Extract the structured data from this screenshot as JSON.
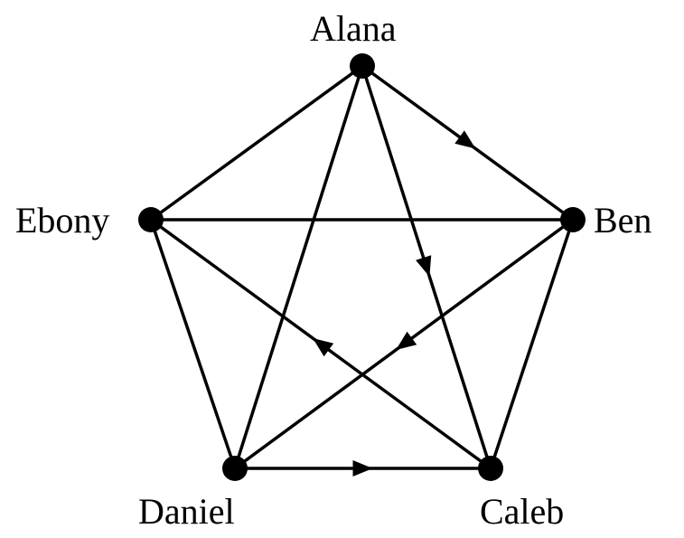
{
  "nodes": [
    {
      "id": "alana",
      "label": "Alana"
    },
    {
      "id": "ben",
      "label": "Ben"
    },
    {
      "id": "caleb",
      "label": "Caleb"
    },
    {
      "id": "daniel",
      "label": "Daniel"
    },
    {
      "id": "ebony",
      "label": "Ebony"
    }
  ],
  "edges": [
    {
      "from": "alana",
      "to": "ben",
      "directed": true
    },
    {
      "from": "alana",
      "to": "caleb",
      "directed": true
    },
    {
      "from": "ben",
      "to": "daniel",
      "directed": true
    },
    {
      "from": "caleb",
      "to": "ebony",
      "directed": true
    },
    {
      "from": "daniel",
      "to": "caleb",
      "directed": true
    },
    {
      "from": "alana",
      "to": "ebony",
      "directed": false
    },
    {
      "from": "alana",
      "to": "daniel",
      "directed": false
    },
    {
      "from": "ebony",
      "to": "ben",
      "directed": false
    },
    {
      "from": "ebony",
      "to": "daniel",
      "directed": false
    },
    {
      "from": "ben",
      "to": "caleb",
      "directed": false
    }
  ],
  "colors": {
    "stroke": "#000000"
  }
}
